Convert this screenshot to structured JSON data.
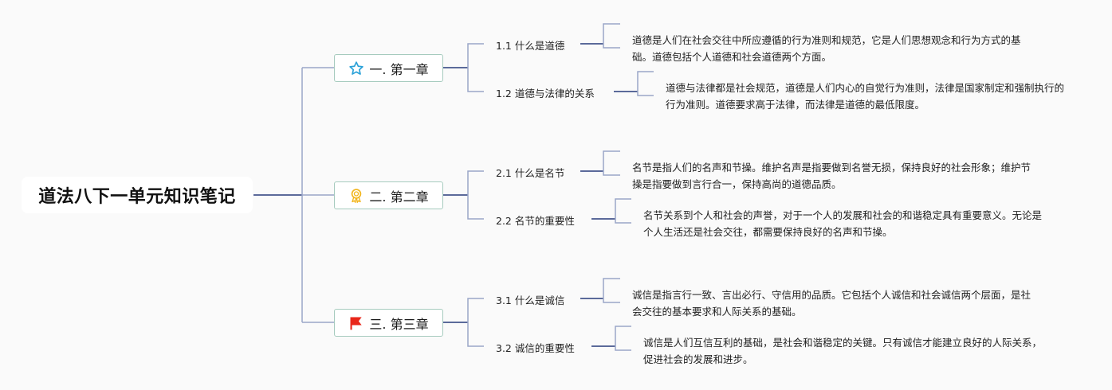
{
  "root": {
    "title": "道法八下一单元知识笔记"
  },
  "colors": {
    "background": "#fafafa",
    "line_main": "#5b6a9a",
    "line_light": "#9aa6c8",
    "chapter_border": "#a6cbbe",
    "star_icon": "#2aa1d8",
    "medal_icon": "#f2b51c",
    "flag_icon": "#e8261a"
  },
  "chapters": [
    {
      "icon": "star-icon",
      "label": "一. 第一章",
      "sections": [
        {
          "label": "1.1 什么是道德",
          "content": "道德是人们在社会交往中所应遵循的行为准则和规范，它是人们思想观念和行为方式的基础。道德包括个人道德和社会道德两个方面。"
        },
        {
          "label": "1.2 道德与法律的关系",
          "content": "道德与法律都是社会规范，道德是人们内心的自觉行为准则，法律是国家制定和强制执行的行为准则。道德要求高于法律，而法律是道德的最低限度。"
        }
      ]
    },
    {
      "icon": "medal-icon",
      "label": "二. 第二章",
      "sections": [
        {
          "label": "2.1 什么是名节",
          "content": "名节是指人们的名声和节操。维护名声是指要做到名誉无损，保持良好的社会形象；维护节操是指要做到言行合一，保持高尚的道德品质。"
        },
        {
          "label": "2.2 名节的重要性",
          "content": "名节关系到个人和社会的声誉，对于一个人的发展和社会的和谐稳定具有重要意义。无论是个人生活还是社会交往，都需要保持良好的名声和节操。"
        }
      ]
    },
    {
      "icon": "flag-icon",
      "label": "三. 第三章",
      "sections": [
        {
          "label": "3.1 什么是诚信",
          "content": "诚信是指言行一致、言出必行、守信用的品质。它包括个人诚信和社会诚信两个层面，是社会交往的基本要求和人际关系的基础。"
        },
        {
          "label": "3.2 诚信的重要性",
          "content": "诚信是人们互信互利的基础，是社会和谐稳定的关键。只有诚信才能建立良好的人际关系，促进社会的发展和进步。"
        }
      ]
    }
  ]
}
